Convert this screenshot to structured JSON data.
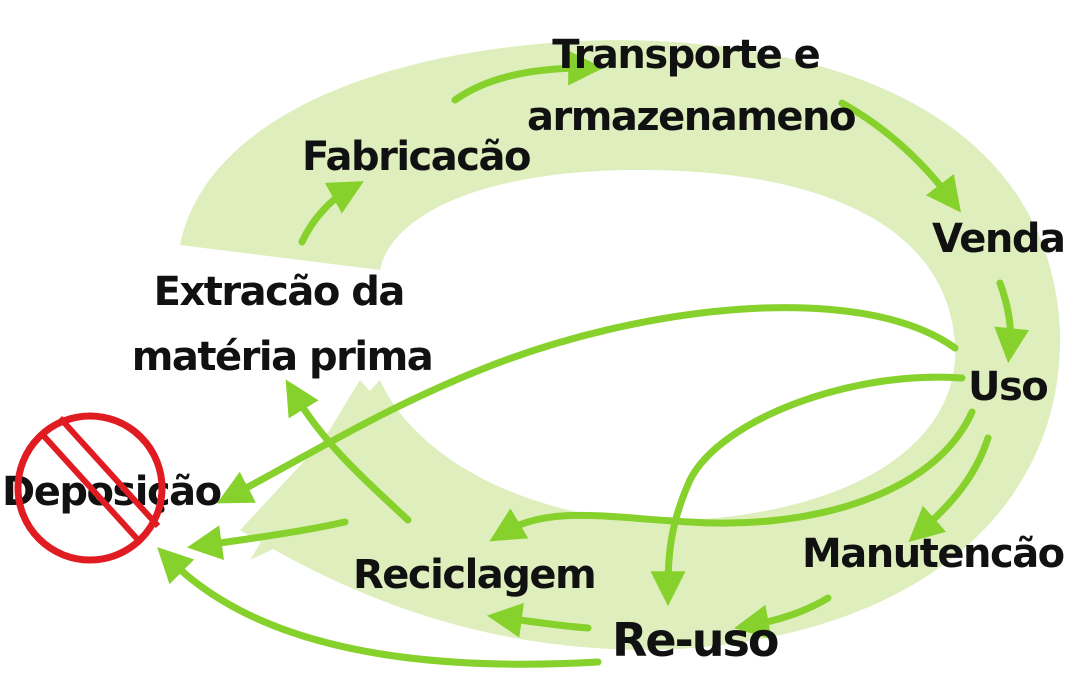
{
  "colors": {
    "band": "#dfeebd",
    "arrow": "#86d12b",
    "prohibition": "#e01b22",
    "text": "#111111"
  },
  "icons": {
    "prohibition_sign": "prohibition-icon"
  },
  "nodes": {
    "extracao": [
      "Extracão da",
      "matéria prima"
    ],
    "fabricacao": "Fabricacão",
    "transporte": [
      "Transporte e",
      "armazenameno"
    ],
    "venda": "Venda",
    "uso": "Uso",
    "manutencao": "Manutencão",
    "reuso": "Re-uso",
    "reciclagem": "Reciclagem",
    "deposicao": "Deposição"
  }
}
